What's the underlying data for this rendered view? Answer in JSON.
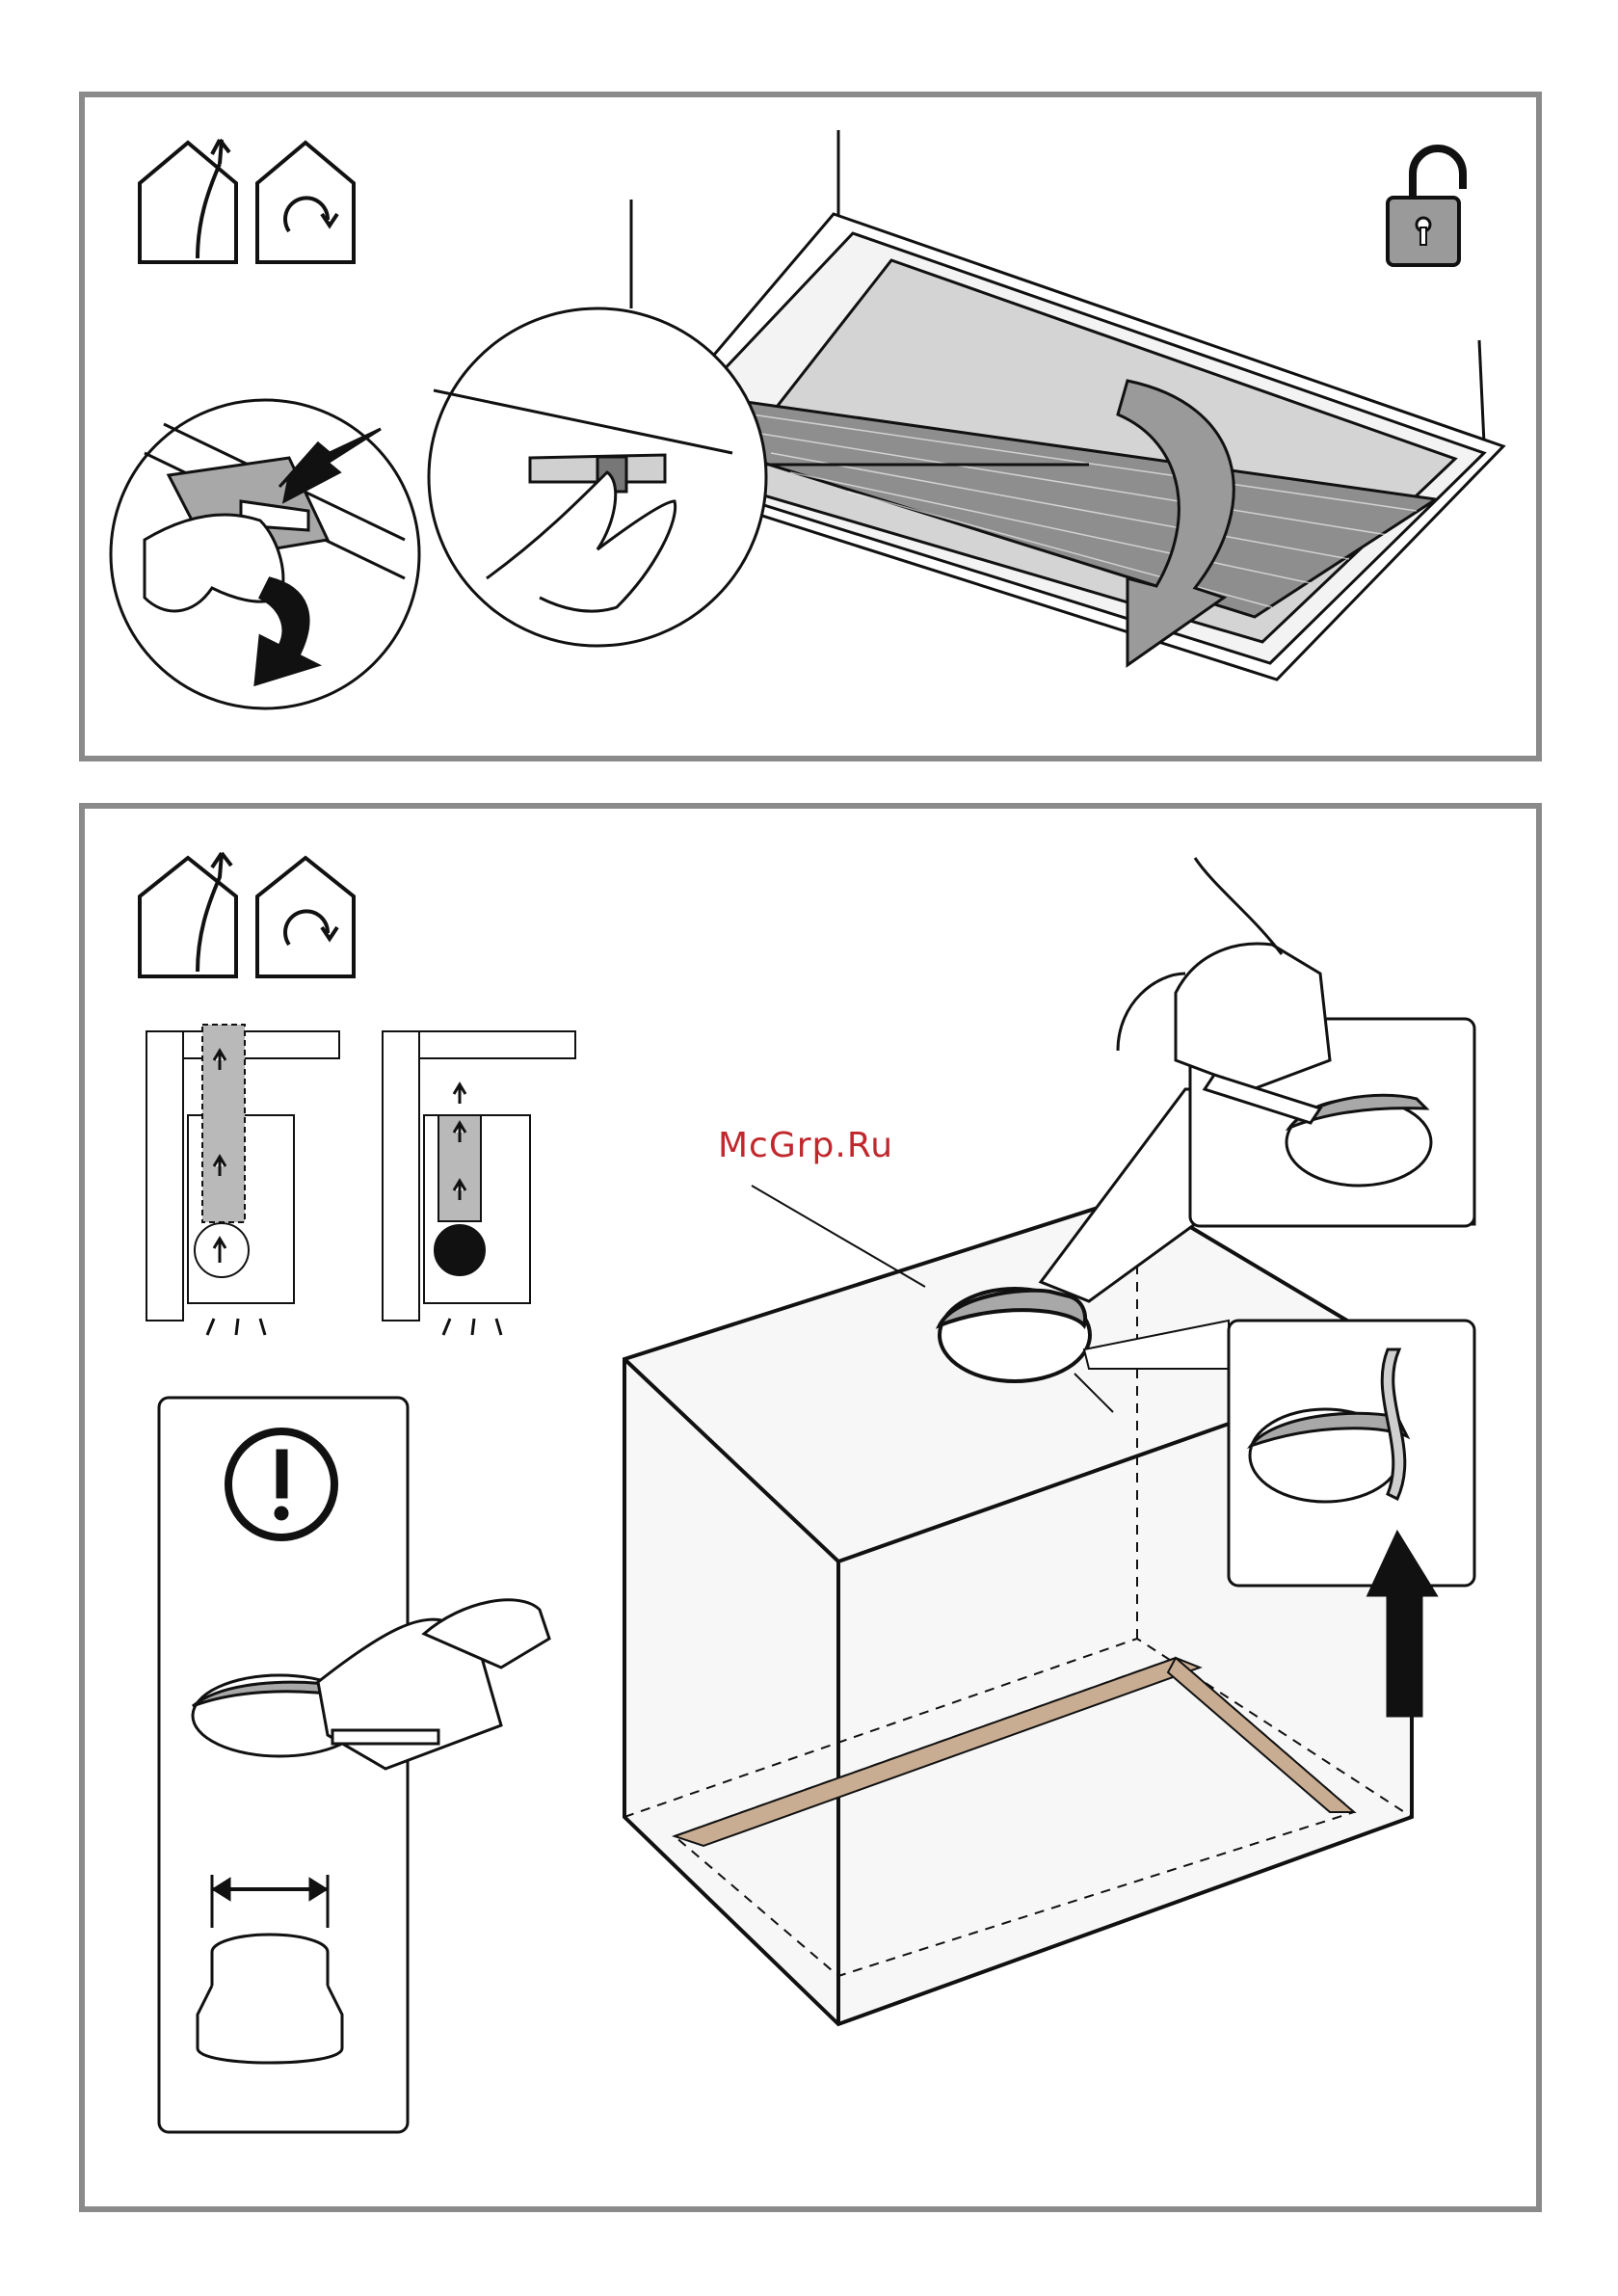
{
  "watermark": {
    "text": "McGrp.Ru",
    "color": "#c0282d"
  },
  "colors": {
    "frame": "#8a8a8a",
    "line": "#111111",
    "gray_fill": "#b9b9b9",
    "wood": "#c9ad93"
  },
  "panels": [
    {
      "id": "step-remove-filter",
      "icons": [
        "house-extraction-icon",
        "house-recirculation-icon",
        "unlock-icon"
      ]
    },
    {
      "id": "step-cut-cabinet-hole",
      "icons": [
        "house-extraction-icon",
        "house-recirculation-icon",
        "warning-icon"
      ]
    }
  ]
}
